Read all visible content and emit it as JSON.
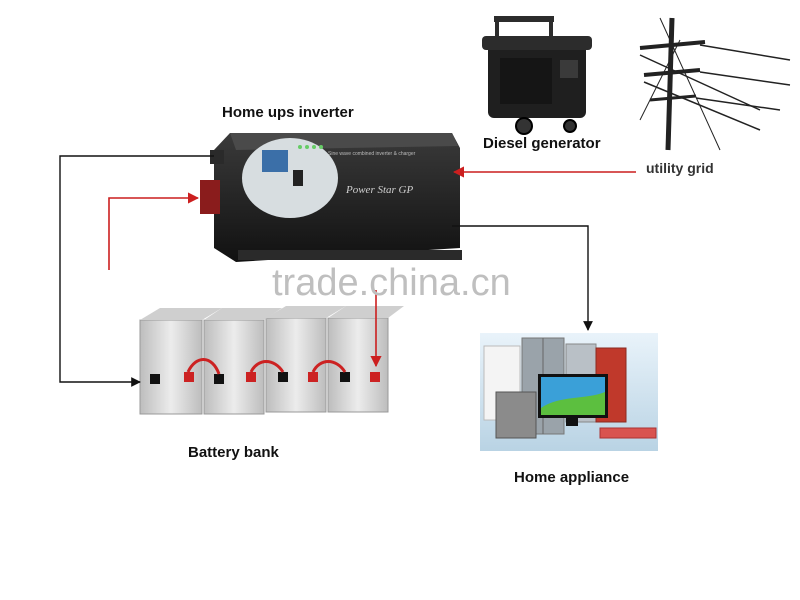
{
  "labels": {
    "inverter": "Home ups inverter",
    "generator": "Diesel generator",
    "grid": "utility grid",
    "battery": "Battery bank",
    "appliance": "Home appliance"
  },
  "inverter_panel": {
    "brand": "Power Star GP",
    "subtitle": "Sine wave combined inverter & charger"
  },
  "watermark": "trade.china.cn",
  "colors": {
    "power_line": "#cc1f1f",
    "signal_line": "#111111",
    "inverter_body": "#1c1c1c",
    "battery_case": "#d9d9d9",
    "appliance_bg": "#cfe3f0"
  }
}
